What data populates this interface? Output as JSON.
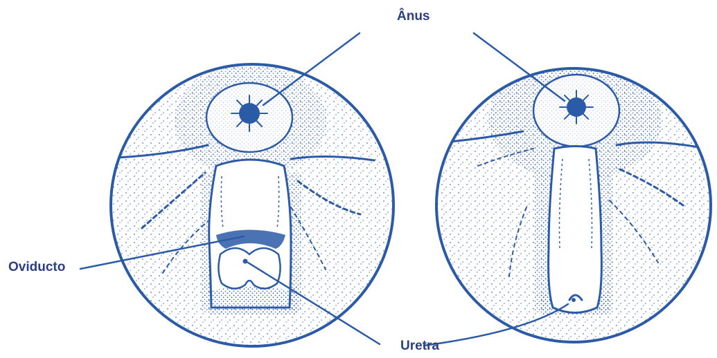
{
  "labels": {
    "anus": "Ânus",
    "oviducto": "Oviducto",
    "uretra": "Uretra"
  },
  "colors": {
    "ink": "#2b5aa6",
    "label": "#2b3f86",
    "background": "#ffffff"
  }
}
